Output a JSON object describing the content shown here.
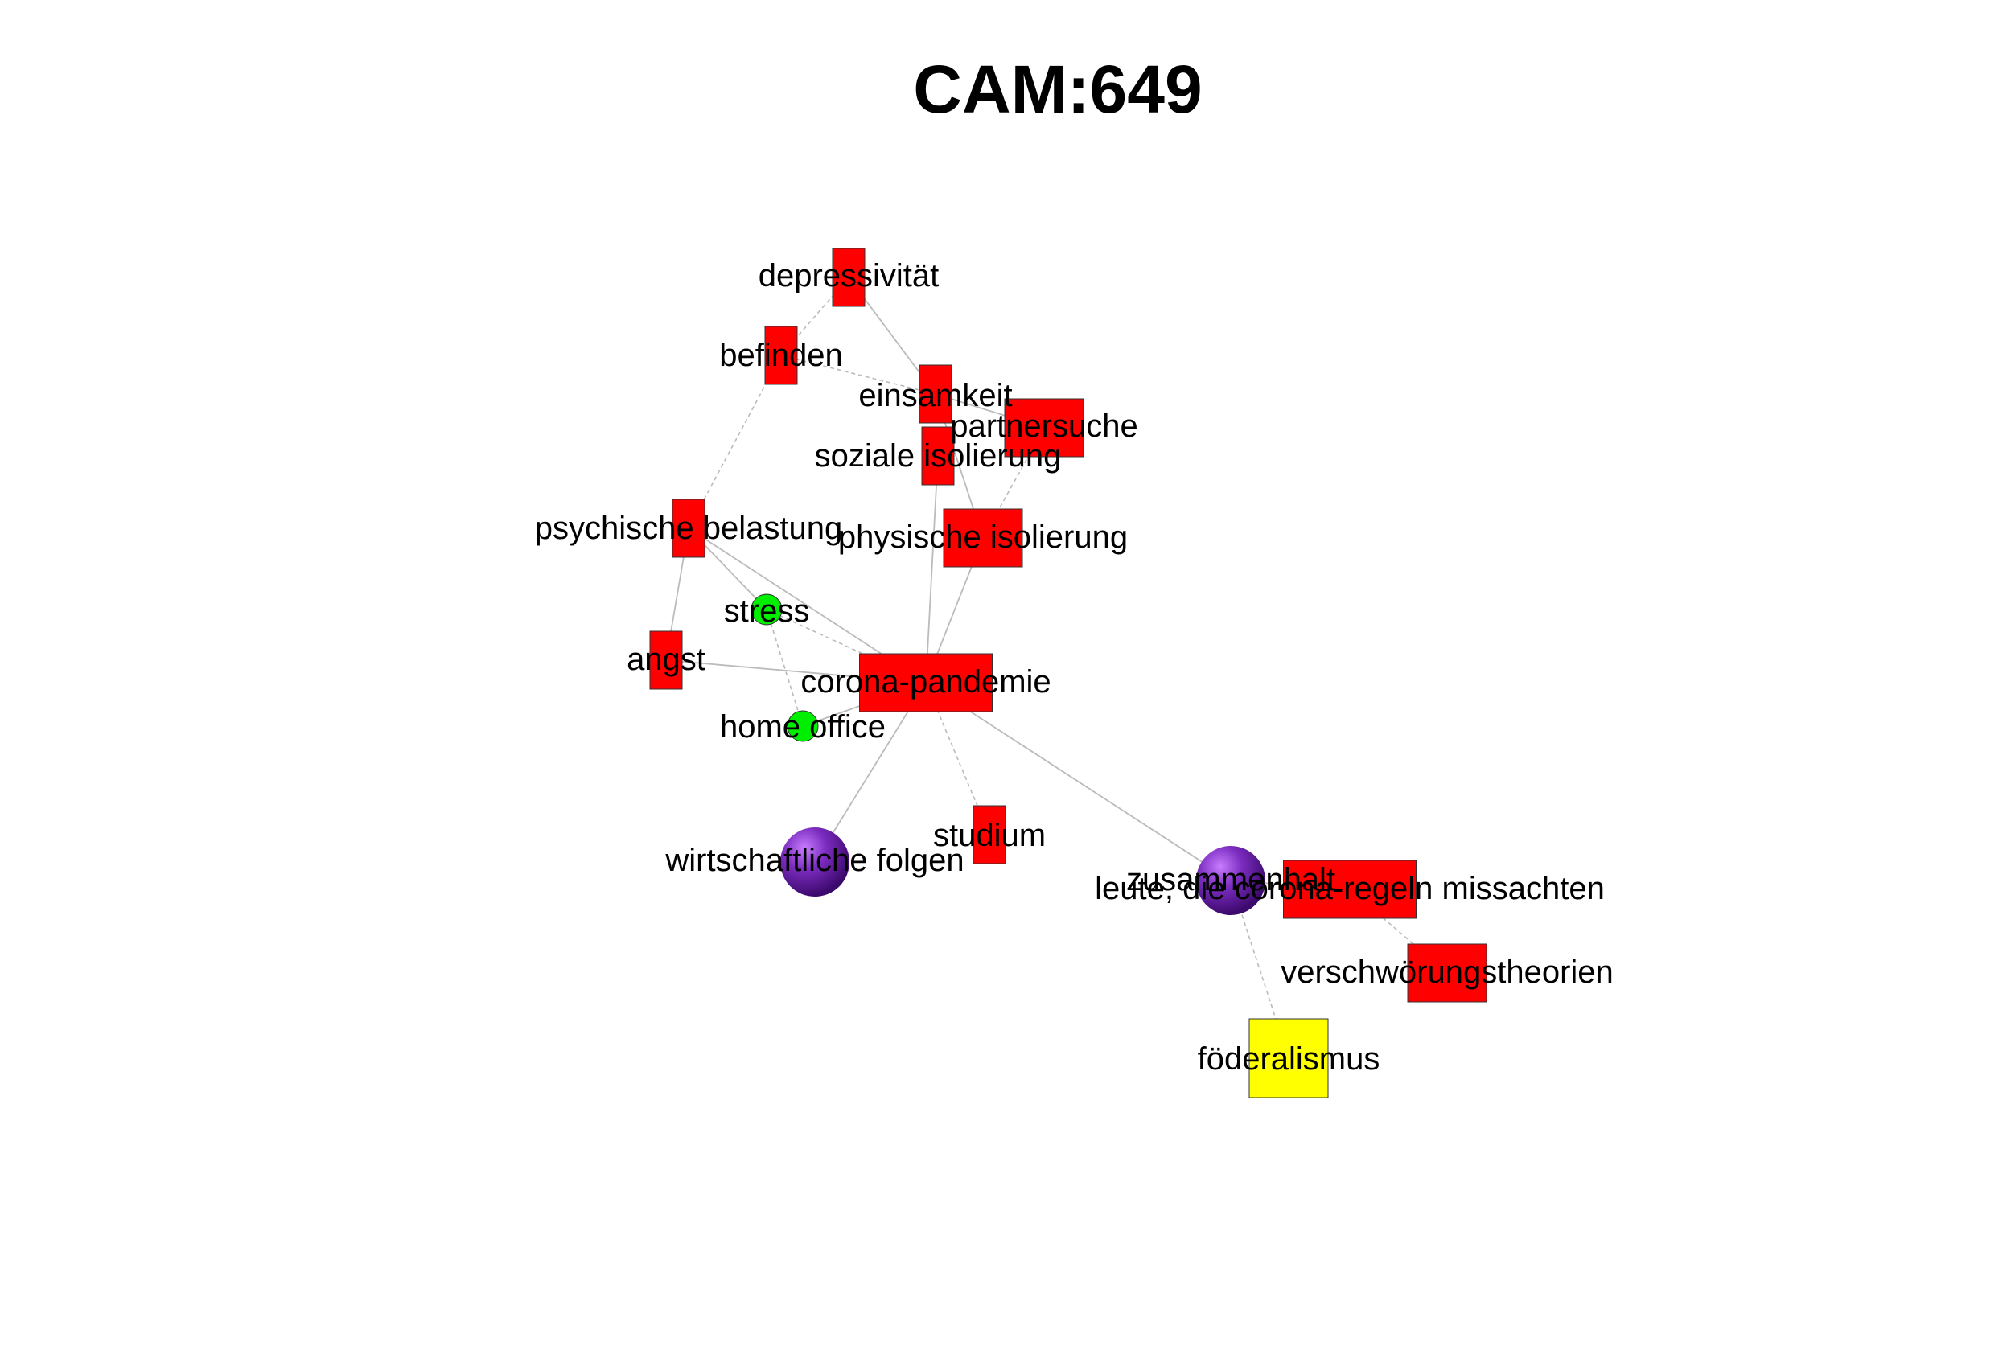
{
  "title": "CAM:649",
  "colors": {
    "negative": "#ff0000",
    "positive": "#00ee00",
    "ambivalent": "#ffff00",
    "neutral": "#6a1b9a",
    "edge": "#bbbbbb"
  },
  "nodes": [
    {
      "id": "depressivitat",
      "label": "depressivität",
      "shape": "rect",
      "color": "#ff0000"
    },
    {
      "id": "befinden",
      "label": "befinden",
      "shape": "rect",
      "color": "#ff0000"
    },
    {
      "id": "einsamkeit",
      "label": "einsamkeit",
      "shape": "rect",
      "color": "#ff0000"
    },
    {
      "id": "partnersuche",
      "label": "partnersuche",
      "shape": "rect",
      "color": "#ff0000"
    },
    {
      "id": "soziale-isolierung",
      "label": "soziale isolierung",
      "shape": "rect",
      "color": "#ff0000"
    },
    {
      "id": "psychische-belastung",
      "label": "psychische belastung",
      "shape": "rect",
      "color": "#ff0000"
    },
    {
      "id": "physische-isolierung",
      "label": "physische isolierung",
      "shape": "rect",
      "color": "#ff0000"
    },
    {
      "id": "stress",
      "label": "stress",
      "shape": "circle",
      "color": "#00ee00"
    },
    {
      "id": "angst",
      "label": "angst",
      "shape": "rect",
      "color": "#ff0000"
    },
    {
      "id": "corona-pandemie",
      "label": "corona-pandemie",
      "shape": "rect",
      "color": "#ff0000"
    },
    {
      "id": "home-office",
      "label": "home office",
      "shape": "circle",
      "color": "#00ee00"
    },
    {
      "id": "wirtschaftliche-folgen",
      "label": "wirtschaftliche folgen",
      "shape": "sphere",
      "color": "#6a1b9a"
    },
    {
      "id": "studium",
      "label": "studium",
      "shape": "rect",
      "color": "#ff0000"
    },
    {
      "id": "zusammenhalt",
      "label": "zusammenhalt",
      "shape": "sphere",
      "color": "#6a1b9a"
    },
    {
      "id": "leute-corona-regeln",
      "label": "leute, die corona-regeln missachten",
      "shape": "rect",
      "color": "#ff0000"
    },
    {
      "id": "verschworungstheorien",
      "label": "verschwörungstheorien",
      "shape": "rect",
      "color": "#ff0000"
    },
    {
      "id": "foderalismus",
      "label": "föderalismus",
      "shape": "rect",
      "color": "#ffff00"
    }
  ],
  "edges": [
    {
      "source": "depressivitat",
      "target": "befinden",
      "style": "dashed"
    },
    {
      "source": "depressivitat",
      "target": "einsamkeit",
      "style": "solid"
    },
    {
      "source": "befinden",
      "target": "einsamkeit",
      "style": "dashed"
    },
    {
      "source": "befinden",
      "target": "psychische-belastung",
      "style": "dashed"
    },
    {
      "source": "einsamkeit",
      "target": "partnersuche",
      "style": "solid"
    },
    {
      "source": "einsamkeit",
      "target": "physische-isolierung",
      "style": "solid"
    },
    {
      "source": "soziale-isolierung",
      "target": "corona-pandemie",
      "style": "solid"
    },
    {
      "source": "partnersuche",
      "target": "physische-isolierung",
      "style": "dashed"
    },
    {
      "source": "physische-isolierung",
      "target": "corona-pandemie",
      "style": "solid"
    },
    {
      "source": "psychische-belastung",
      "target": "stress",
      "style": "solid"
    },
    {
      "source": "psychische-belastung",
      "target": "angst",
      "style": "solid"
    },
    {
      "source": "psychische-belastung",
      "target": "corona-pandemie",
      "style": "solid"
    },
    {
      "source": "stress",
      "target": "corona-pandemie",
      "style": "dashed"
    },
    {
      "source": "stress",
      "target": "home-office",
      "style": "dashed"
    },
    {
      "source": "angst",
      "target": "corona-pandemie",
      "style": "solid"
    },
    {
      "source": "home-office",
      "target": "corona-pandemie",
      "style": "solid"
    },
    {
      "source": "corona-pandemie",
      "target": "wirtschaftliche-folgen",
      "style": "solid"
    },
    {
      "source": "corona-pandemie",
      "target": "studium",
      "style": "dashed"
    },
    {
      "source": "corona-pandemie",
      "target": "zusammenhalt",
      "style": "solid"
    },
    {
      "source": "zusammenhalt",
      "target": "leute-corona-regeln",
      "style": "solid"
    },
    {
      "source": "zusammenhalt",
      "target": "foderalismus",
      "style": "dashed"
    },
    {
      "source": "leute-corona-regeln",
      "target": "verschworungstheorien",
      "style": "dashed"
    }
  ]
}
